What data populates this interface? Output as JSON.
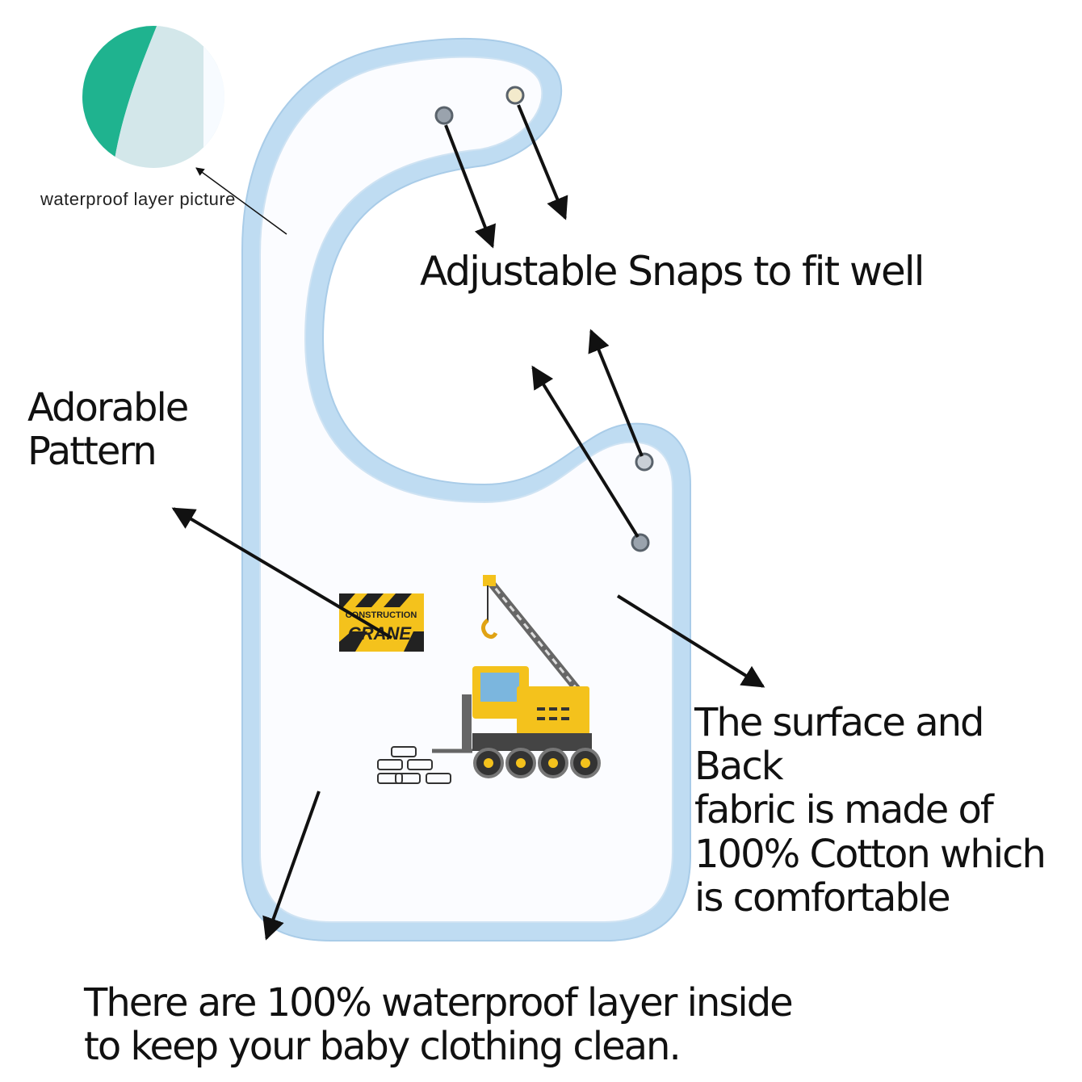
{
  "labels": {
    "waterproof_picture": "waterproof layer picture",
    "snaps": "Adjustable Snaps to fit well",
    "pattern_line1": "Adorable",
    "pattern_line2": "Pattern",
    "fabric_line1": "The surface and Back",
    "fabric_line2": "fabric is made of",
    "fabric_line3": "100% Cotton which",
    "fabric_line4": "is comfortable",
    "waterproof_line1": "There are 100% waterproof layer inside",
    "waterproof_line2": "to keep your baby clothing  clean."
  },
  "illustration": {
    "sign_line1": "CONSTRUCTION",
    "sign_line2": "CRANE"
  },
  "colors": {
    "bib_fill": "#fbfcff",
    "bib_trim": "#bfdcf2",
    "swatch_green": "#1fb38f",
    "crane_yellow": "#f4c21c",
    "text": "#111111"
  }
}
